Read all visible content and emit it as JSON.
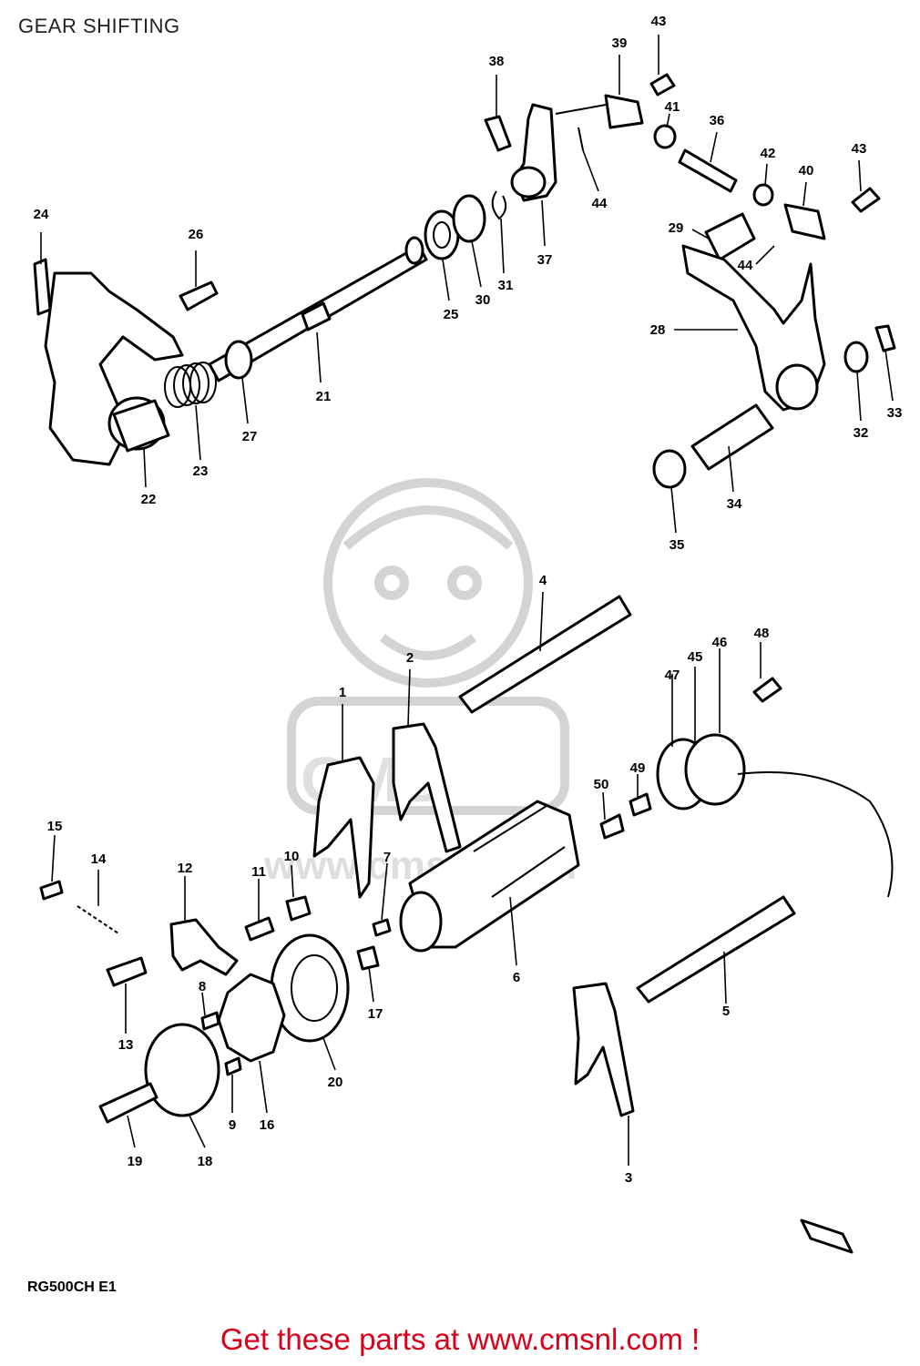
{
  "title": "GEAR SHIFTING",
  "model_code": "RG500CH E1",
  "footer_text": "Get these parts at www.cmsnl.com !",
  "watermark": "www.cmsnl.com",
  "colors": {
    "footer": "#d9001b",
    "lines": "#000000",
    "watermark": "#cfcfcf"
  },
  "callouts": [
    {
      "id": "24",
      "text": "24"
    },
    {
      "id": "26",
      "text": "26"
    },
    {
      "id": "22",
      "text": "22"
    },
    {
      "id": "23",
      "text": "23"
    },
    {
      "id": "27",
      "text": "27"
    },
    {
      "id": "21",
      "text": "21"
    },
    {
      "id": "25",
      "text": "25"
    },
    {
      "id": "30",
      "text": "30"
    },
    {
      "id": "31",
      "text": "31"
    },
    {
      "id": "37",
      "text": "37"
    },
    {
      "id": "38",
      "text": "38"
    },
    {
      "id": "39",
      "text": "39"
    },
    {
      "id": "43a",
      "text": "43"
    },
    {
      "id": "41",
      "text": "41"
    },
    {
      "id": "44a",
      "text": "44"
    },
    {
      "id": "36",
      "text": "36"
    },
    {
      "id": "42",
      "text": "42"
    },
    {
      "id": "43b",
      "text": "43"
    },
    {
      "id": "40",
      "text": "40"
    },
    {
      "id": "29",
      "text": "29"
    },
    {
      "id": "44b",
      "text": "44"
    },
    {
      "id": "28",
      "text": "28"
    },
    {
      "id": "32",
      "text": "32"
    },
    {
      "id": "33",
      "text": "33"
    },
    {
      "id": "34",
      "text": "34"
    },
    {
      "id": "35",
      "text": "35"
    },
    {
      "id": "4",
      "text": "4"
    },
    {
      "id": "2",
      "text": "2"
    },
    {
      "id": "1",
      "text": "1"
    },
    {
      "id": "47",
      "text": "47"
    },
    {
      "id": "45",
      "text": "45"
    },
    {
      "id": "46",
      "text": "46"
    },
    {
      "id": "48",
      "text": "48"
    },
    {
      "id": "49",
      "text": "49"
    },
    {
      "id": "50",
      "text": "50"
    },
    {
      "id": "15",
      "text": "15"
    },
    {
      "id": "14",
      "text": "14"
    },
    {
      "id": "12",
      "text": "12"
    },
    {
      "id": "11",
      "text": "11"
    },
    {
      "id": "10",
      "text": "10"
    },
    {
      "id": "7",
      "text": "7"
    },
    {
      "id": "6",
      "text": "6"
    },
    {
      "id": "8",
      "text": "8"
    },
    {
      "id": "13",
      "text": "13"
    },
    {
      "id": "16",
      "text": "16"
    },
    {
      "id": "9",
      "text": "9"
    },
    {
      "id": "17",
      "text": "17"
    },
    {
      "id": "20",
      "text": "20"
    },
    {
      "id": "18",
      "text": "18"
    },
    {
      "id": "19",
      "text": "19"
    },
    {
      "id": "5",
      "text": "5"
    },
    {
      "id": "3",
      "text": "3"
    }
  ]
}
